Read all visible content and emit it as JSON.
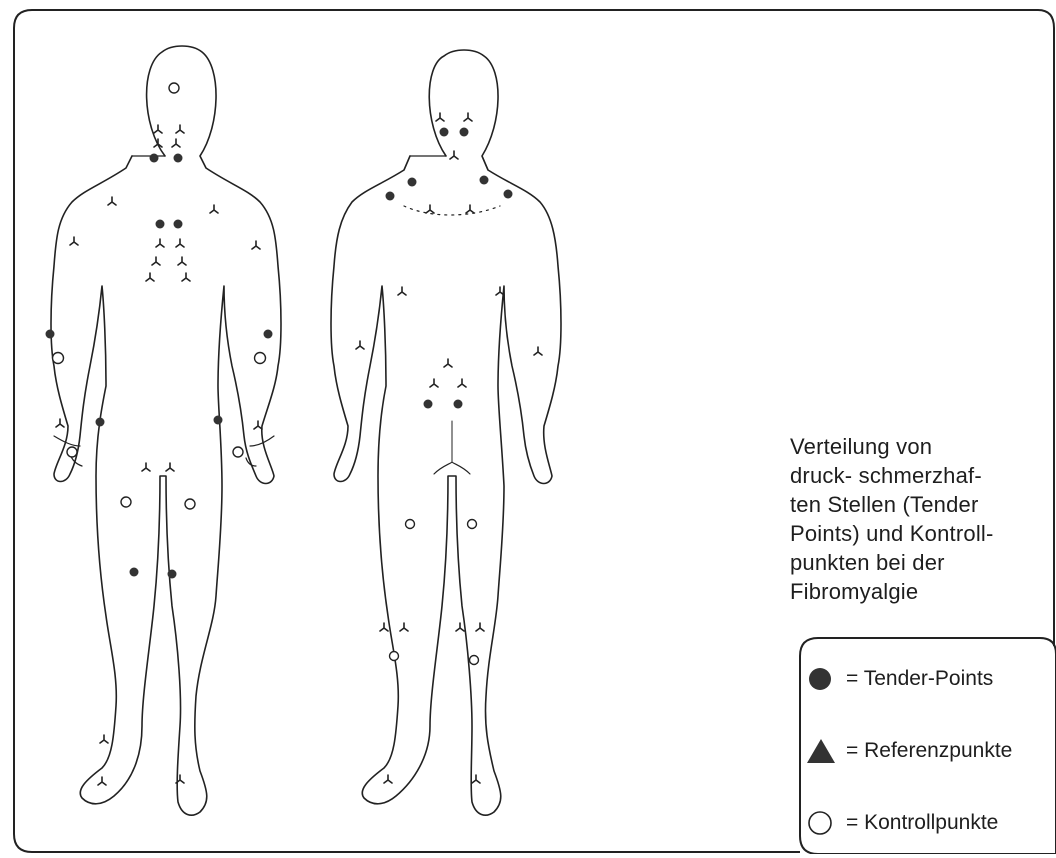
{
  "caption": {
    "lines": [
      "Verteilung von",
      "druck- schmerzhaf-",
      "ten Stellen (Tender",
      "Points) und Kontroll-",
      "punkten bei der",
      "Fibromyalgie"
    ]
  },
  "legend": {
    "tender": {
      "label": "= Tender-Points",
      "symbol": "filled-circle-icon"
    },
    "reference": {
      "label": "= Referenzpunkte",
      "symbol": "filled-triangle-icon"
    },
    "control": {
      "label": "= Kontrollpunkte",
      "symbol": "open-circle-icon"
    }
  },
  "colors": {
    "ink": "#222222",
    "fill": "#333333"
  }
}
